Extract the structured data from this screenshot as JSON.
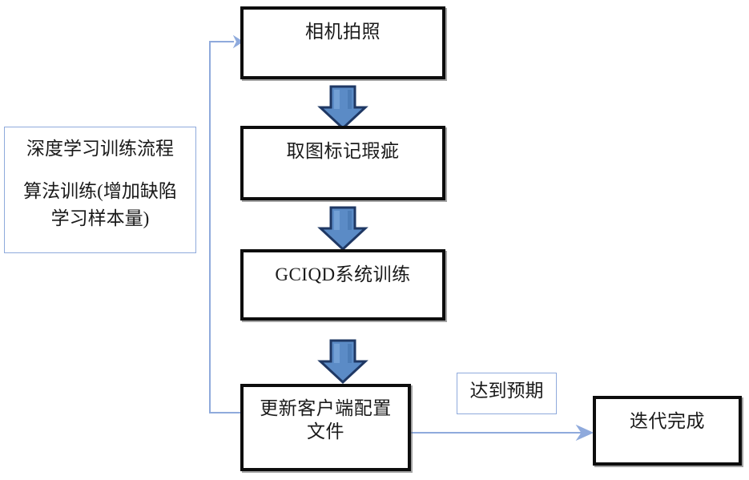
{
  "diagram": {
    "title_hidden": "",
    "colors": {
      "box_border": "#0d0d0d",
      "note_border": "#8faadc",
      "arrow_fill": "#4f81bd",
      "arrow_stroke": "#1f3864",
      "connector_line": "#8faadc",
      "text": "#1a1a1a",
      "background": "#ffffff"
    },
    "side_panel": {
      "line1": "深度学习训练流程",
      "line2": "算法训练(增加缺陷",
      "line3": "学习样本量)"
    },
    "nodes": [
      {
        "id": "camera-capture",
        "label": "相机拍照"
      },
      {
        "id": "mark-defects",
        "label": "取图标记瑕疵"
      },
      {
        "id": "gciqd-training",
        "label": "GCIQD系统训练"
      },
      {
        "id": "update-client-config",
        "label": "更新客户端配置\n文件"
      },
      {
        "id": "iteration-done",
        "label": "迭代完成"
      }
    ],
    "edge_labels": [
      {
        "id": "meets-expectation",
        "label": "达到预期"
      }
    ],
    "arrows": [
      {
        "id": "arrow-capture-to-mark",
        "direction": "down"
      },
      {
        "id": "arrow-mark-to-training",
        "direction": "down"
      },
      {
        "id": "arrow-training-to-update",
        "direction": "down"
      },
      {
        "id": "arrow-update-to-done",
        "direction": "right"
      },
      {
        "id": "arrow-feedback-loop",
        "direction": "up-left-loop"
      }
    ]
  }
}
